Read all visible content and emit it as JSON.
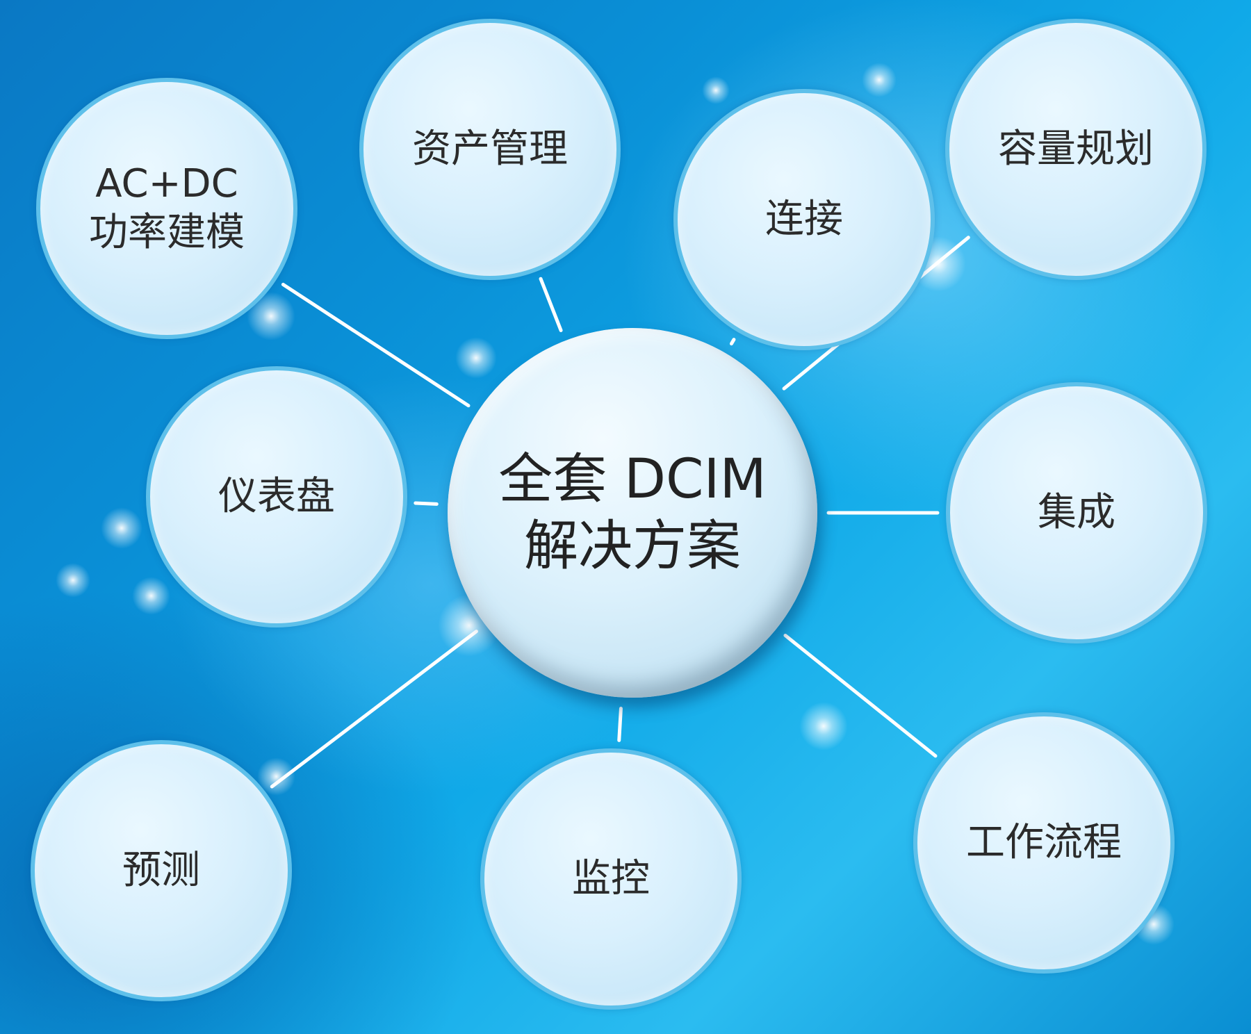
{
  "diagram": {
    "center": {
      "id": "center",
      "label": "全套 DCIM\n解决方案"
    },
    "nodes": [
      {
        "id": "power-modeling",
        "label": "AC+DC\n功率建模"
      },
      {
        "id": "asset-management",
        "label": "资产管理"
      },
      {
        "id": "connection",
        "label": "连接"
      },
      {
        "id": "capacity-planning",
        "label": "容量规划"
      },
      {
        "id": "dashboard",
        "label": "仪表盘"
      },
      {
        "id": "integration",
        "label": "集成"
      },
      {
        "id": "forecast",
        "label": "预测"
      },
      {
        "id": "monitoring",
        "label": "监控"
      },
      {
        "id": "workflow",
        "label": "工作流程"
      }
    ],
    "edges": [
      {
        "from": "center",
        "to": "power-modeling"
      },
      {
        "from": "center",
        "to": "asset-management"
      },
      {
        "from": "center",
        "to": "connection"
      },
      {
        "from": "center",
        "to": "capacity-planning"
      },
      {
        "from": "center",
        "to": "dashboard"
      },
      {
        "from": "center",
        "to": "integration"
      },
      {
        "from": "center",
        "to": "forecast"
      },
      {
        "from": "center",
        "to": "monitoring"
      },
      {
        "from": "center",
        "to": "workflow"
      }
    ],
    "colors": {
      "node_border": "#5ec0ea",
      "connector": "#ffffff",
      "label": "#2b2b2b"
    }
  }
}
